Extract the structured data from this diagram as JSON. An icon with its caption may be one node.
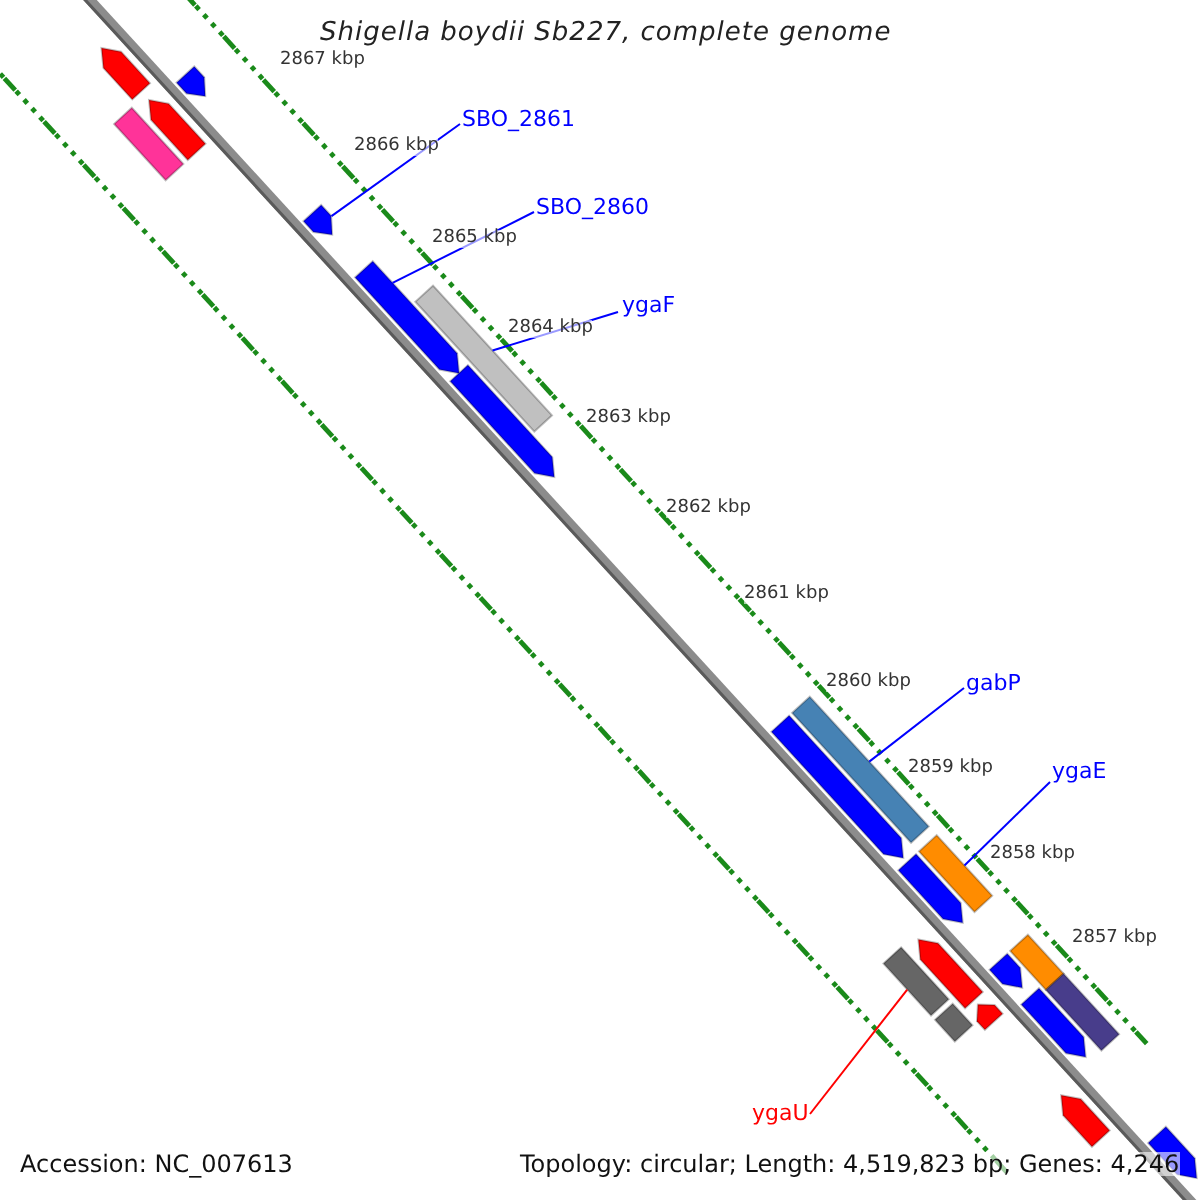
{
  "diagram": {
    "title": "Shigella boydii Sb227, complete genome",
    "nodes": [
      {
        "text": [
          "SBO_2861"
        ]
      },
      {
        "text": [
          "SBO_2860"
        ]
      },
      {
        "text": [
          "ygaF"
        ]
      },
      {
        "text": [
          "gabP"
        ]
      },
      {
        "text": [
          "ygaE"
        ]
      },
      {
        "text": [
          "ygaU"
        ]
      },
      {
        "text": [],
        "shape": "pentagon"
      },
      {
        "text": [],
        "shape": "pentagon"
      },
      {
        "text": [],
        "shape": "pentagon"
      },
      {
        "text": [],
        "shape": "bar"
      },
      {
        "text": [],
        "shape": "pentagon"
      },
      {
        "text": [],
        "shape": "pentagon"
      },
      {
        "text": [],
        "shape": "bar"
      },
      {
        "text": [],
        "shape": "pentagon"
      },
      {
        "text": [],
        "shape": "bar"
      },
      {
        "text": [],
        "shape": "pentagon"
      },
      {
        "text": [],
        "shape": "bar"
      },
      {
        "text": [],
        "shape": "pentagon"
      },
      {
        "text": [],
        "shape": "bar"
      },
      {
        "text": [],
        "shape": "pentagon"
      },
      {
        "text": [],
        "shape": "bar"
      },
      {
        "text": [],
        "shape": "pentagon"
      },
      {
        "text": [],
        "shape": "pentagon"
      },
      {
        "text": [],
        "shape": "bar"
      },
      {
        "text": [],
        "shape": "bar"
      },
      {
        "text": [],
        "shape": "pentagon"
      },
      {
        "text": [],
        "shape": "pentagon"
      },
      {
        "text": [],
        "shape": "pentagon"
      }
    ],
    "edges": [
      {
        "from": 0,
        "to": 10,
        "arrow": "none"
      },
      {
        "from": 1,
        "to": 11,
        "arrow": "none"
      },
      {
        "from": 2,
        "to": 12,
        "arrow": "none"
      },
      {
        "from": 3,
        "to": 14,
        "arrow": "none"
      },
      {
        "from": 4,
        "to": 16,
        "arrow": "none"
      },
      {
        "from": 5,
        "to": 18,
        "arrow": "none",
        "color": "#ff0000"
      }
    ],
    "labels": [
      "2867 kbp",
      "2866 kbp",
      "2865 kbp",
      "2864 kbp",
      "2863 kbp",
      "2862 kbp",
      "2861 kbp",
      "2860 kbp",
      "2859 kbp",
      "2858 kbp",
      "2857 kbp",
      "Accession: NC_007613",
      "Topology: circular; Length: 4,519,823 bp; Genes: 4,246"
    ]
  }
}
